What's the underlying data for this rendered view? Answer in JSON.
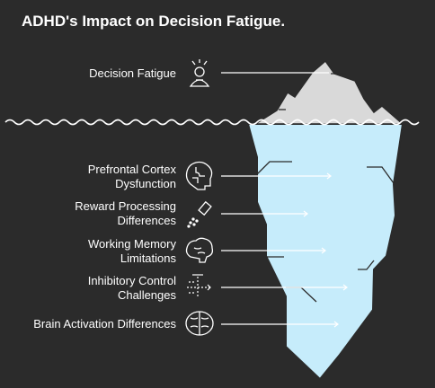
{
  "title": "ADHD's Impact on Decision Fatigue.",
  "above_water": {
    "label": "Decision Fatigue",
    "icon": "stressed-person-icon"
  },
  "below_water": [
    {
      "lines": [
        "Prefrontal Cortex",
        "Dysfunction"
      ],
      "icon": "brain-puzzle-icon"
    },
    {
      "lines": [
        "Reward Processing",
        "Differences"
      ],
      "icon": "salt-shaker-icon"
    },
    {
      "lines": [
        "Working Memory",
        "Limitations"
      ],
      "icon": "brain-icon"
    },
    {
      "lines": [
        "Inhibitory Control",
        "Challenges"
      ],
      "icon": "dotted-arrows-icon"
    },
    {
      "lines": [
        "Brain Activation Differences"
      ],
      "icon": "brain-icon"
    }
  ],
  "colors": {
    "background": "#2b2b2b",
    "iceberg_top": "#d9d9d9",
    "iceberg_bottom": "#c6ecfb",
    "text": "#ffffff",
    "outline": "#2b2b2b"
  }
}
